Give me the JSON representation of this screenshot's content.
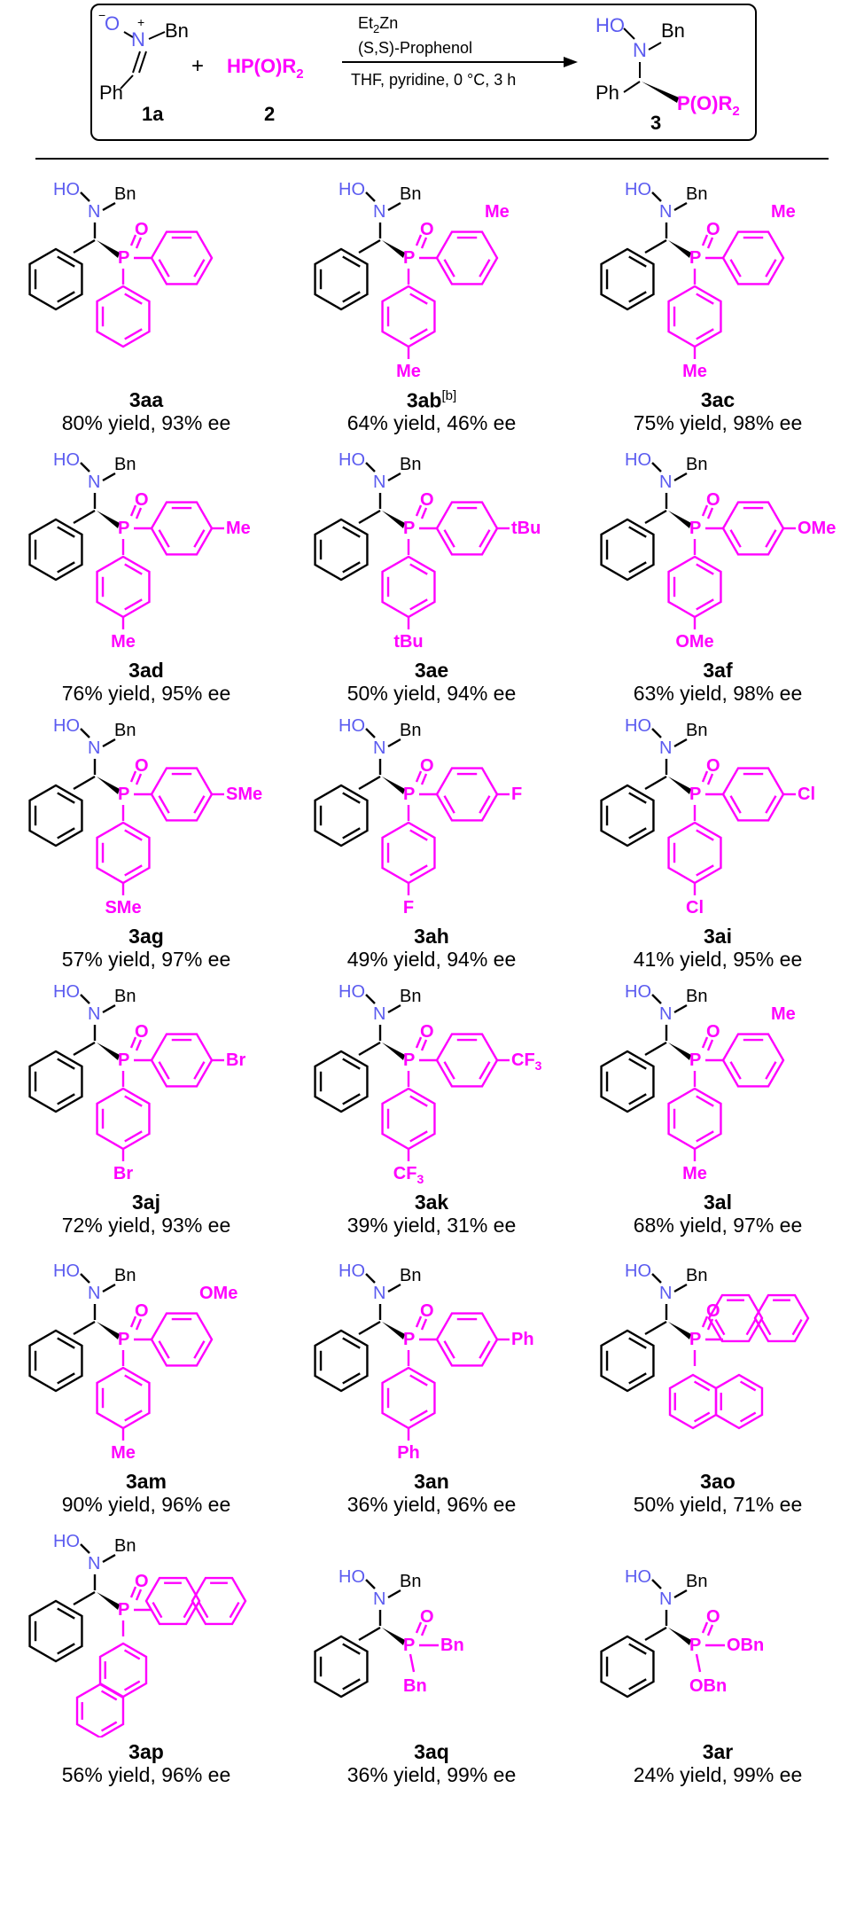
{
  "scheme": {
    "reactant1": {
      "o_minus": "O",
      "n_plus": "N",
      "bn": "Bn",
      "ph": "Ph",
      "label": "1a"
    },
    "plus": "+",
    "reactant2": {
      "formula": "HP(O)R",
      "sub": "2",
      "label": "2"
    },
    "conditions": {
      "line1_main": "Et",
      "line1_sub": "2",
      "line1_tail": "Zn",
      "line2": "(S,S)-Prophenol",
      "line3": "THF, pyridine, 0 °C, 3 h"
    },
    "product": {
      "ho": "HO",
      "n": "N",
      "bn": "Bn",
      "ph": "Ph",
      "p": "P(O)R",
      "sub": "2",
      "label": "3"
    }
  },
  "compounds": [
    {
      "id": "3aa",
      "sup": "",
      "yield": "80% yield, 93% ee",
      "sub_a": "",
      "sub_b": ""
    },
    {
      "id": "3ab",
      "sup": "[b]",
      "yield": "64% yield, 46% ee",
      "sub_a": "Me",
      "sub_b": "Me"
    },
    {
      "id": "3ac",
      "sup": "",
      "yield": "75% yield, 98% ee",
      "sub_a": "Me",
      "sub_b": "Me"
    },
    {
      "id": "3ad",
      "sup": "",
      "yield": "76% yield, 95% ee",
      "sub_a": "Me",
      "sub_b": "Me"
    },
    {
      "id": "3ae",
      "sup": "",
      "yield": "50% yield, 94% ee",
      "sub_a": "tBu",
      "sub_b": "tBu"
    },
    {
      "id": "3af",
      "sup": "",
      "yield": "63% yield, 98% ee",
      "sub_a": "OMe",
      "sub_b": "OMe"
    },
    {
      "id": "3ag",
      "sup": "",
      "yield": "57% yield, 97% ee",
      "sub_a": "SMe",
      "sub_b": "SMe"
    },
    {
      "id": "3ah",
      "sup": "",
      "yield": "49% yield, 94% ee",
      "sub_a": "F",
      "sub_b": "F"
    },
    {
      "id": "3ai",
      "sup": "",
      "yield": "41% yield, 95% ee",
      "sub_a": "Cl",
      "sub_b": "Cl"
    },
    {
      "id": "3aj",
      "sup": "",
      "yield": "72% yield, 93% ee",
      "sub_a": "Br",
      "sub_b": "Br"
    },
    {
      "id": "3ak",
      "sup": "",
      "yield": "39% yield, 31% ee",
      "sub_a": "CF3",
      "sub_b": "CF3"
    },
    {
      "id": "3al",
      "sup": "",
      "yield": "68% yield, 97% ee",
      "sub_a": "Me",
      "sub_b": "Me"
    },
    {
      "id": "3am",
      "sup": "",
      "yield": "90% yield, 96% ee",
      "sub_a": "OMe",
      "sub_b": "Me"
    },
    {
      "id": "3an",
      "sup": "",
      "yield": "36% yield, 96% ee",
      "sub_a": "Ph",
      "sub_b": "Ph"
    },
    {
      "id": "3ao",
      "sup": "",
      "yield": "50% yield, 71% ee",
      "sub_a": "",
      "sub_b": ""
    },
    {
      "id": "3ap",
      "sup": "",
      "yield": "56% yield, 96% ee",
      "sub_a": "",
      "sub_b": ""
    },
    {
      "id": "3aq",
      "sup": "",
      "yield": "36% yield, 99% ee",
      "sub_a": "Bn",
      "sub_b": "Bn"
    },
    {
      "id": "3ar",
      "sup": "",
      "yield": "24% yield, 99% ee",
      "sub_a": "OBn",
      "sub_b": "OBn"
    }
  ],
  "common": {
    "ho": "HO",
    "n": "N",
    "bn": "Bn",
    "p": "P",
    "o": "O"
  },
  "colors": {
    "nitrogen": "#5b5bf0",
    "phosphorus": "#ff00ff",
    "ink": "#000000"
  }
}
